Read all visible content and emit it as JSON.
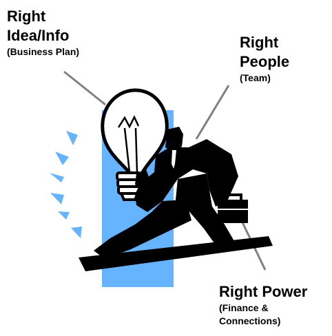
{
  "labels": {
    "idea": {
      "line1": "Right",
      "line2": "Idea/Info",
      "sub": "(Business Plan)"
    },
    "people": {
      "line1": "Right",
      "line2": "People",
      "sub": "(Team)"
    },
    "power": {
      "line1": "Right Power",
      "sub1": "(Finance &",
      "sub2": "Connections)"
    }
  },
  "colors": {
    "panel": "#66b3ff",
    "rays": "#66b3ff",
    "silhouette": "#000000",
    "leader_lines": "#808080"
  },
  "icons": {
    "bulb": "light-bulb-icon",
    "figure": "businessman-silhouette-icon",
    "briefcase": "briefcase-icon"
  }
}
